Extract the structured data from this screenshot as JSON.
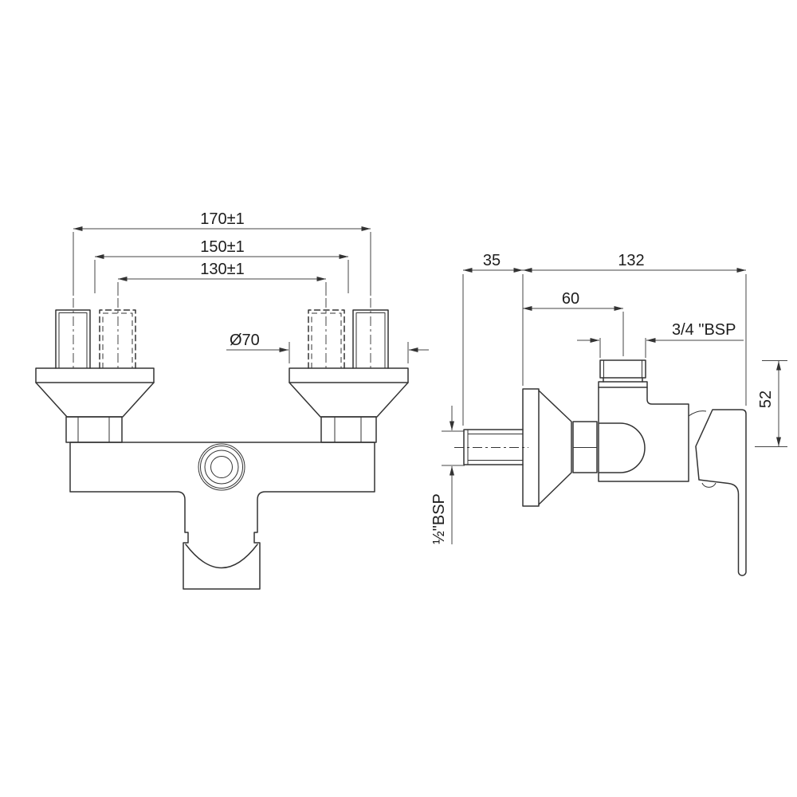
{
  "front_view": {
    "dims": {
      "outer_centers": "170±1",
      "mid_centers": "150±1",
      "inner_centers": "130±1",
      "flange_diameter": "Ø70"
    }
  },
  "side_view": {
    "dims": {
      "wall_to_flange": "35",
      "flange_to_handle": "132",
      "flange_to_outlet": "60",
      "outlet_thread": "3/4 \"BSP",
      "outlet_height": "52",
      "inlet_thread": "½\"BSP"
    }
  },
  "colors": {
    "line": "#333333",
    "dimline": "#444444",
    "text": "#1d1d1d",
    "bg": "#ffffff"
  }
}
